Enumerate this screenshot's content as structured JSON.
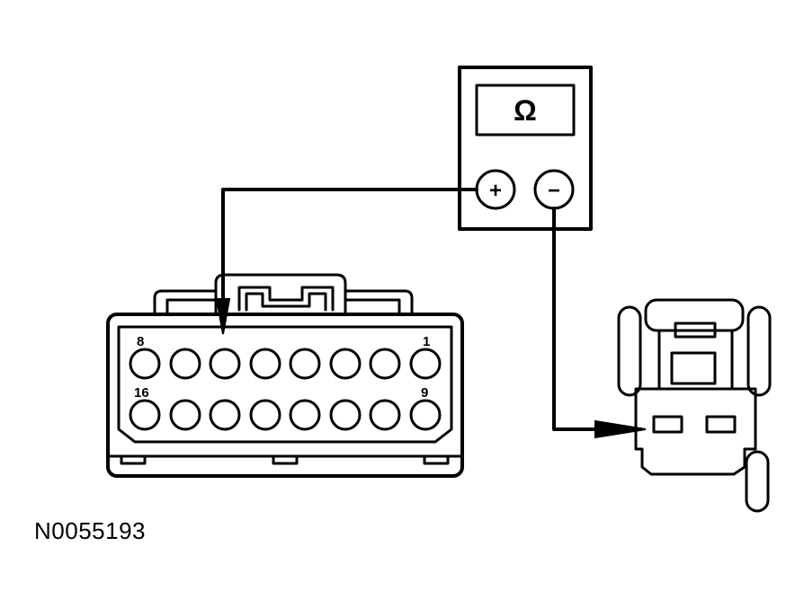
{
  "meter": {
    "display": "Ω",
    "positive_terminal": "+",
    "negative_terminal": "−"
  },
  "connector": {
    "pin_labels": {
      "top_left": "8",
      "top_right": "1",
      "bottom_left": "16",
      "bottom_right": "9"
    }
  },
  "figure_id": "N0055193",
  "colors": {
    "line": "#000000",
    "background": "#ffffff"
  }
}
